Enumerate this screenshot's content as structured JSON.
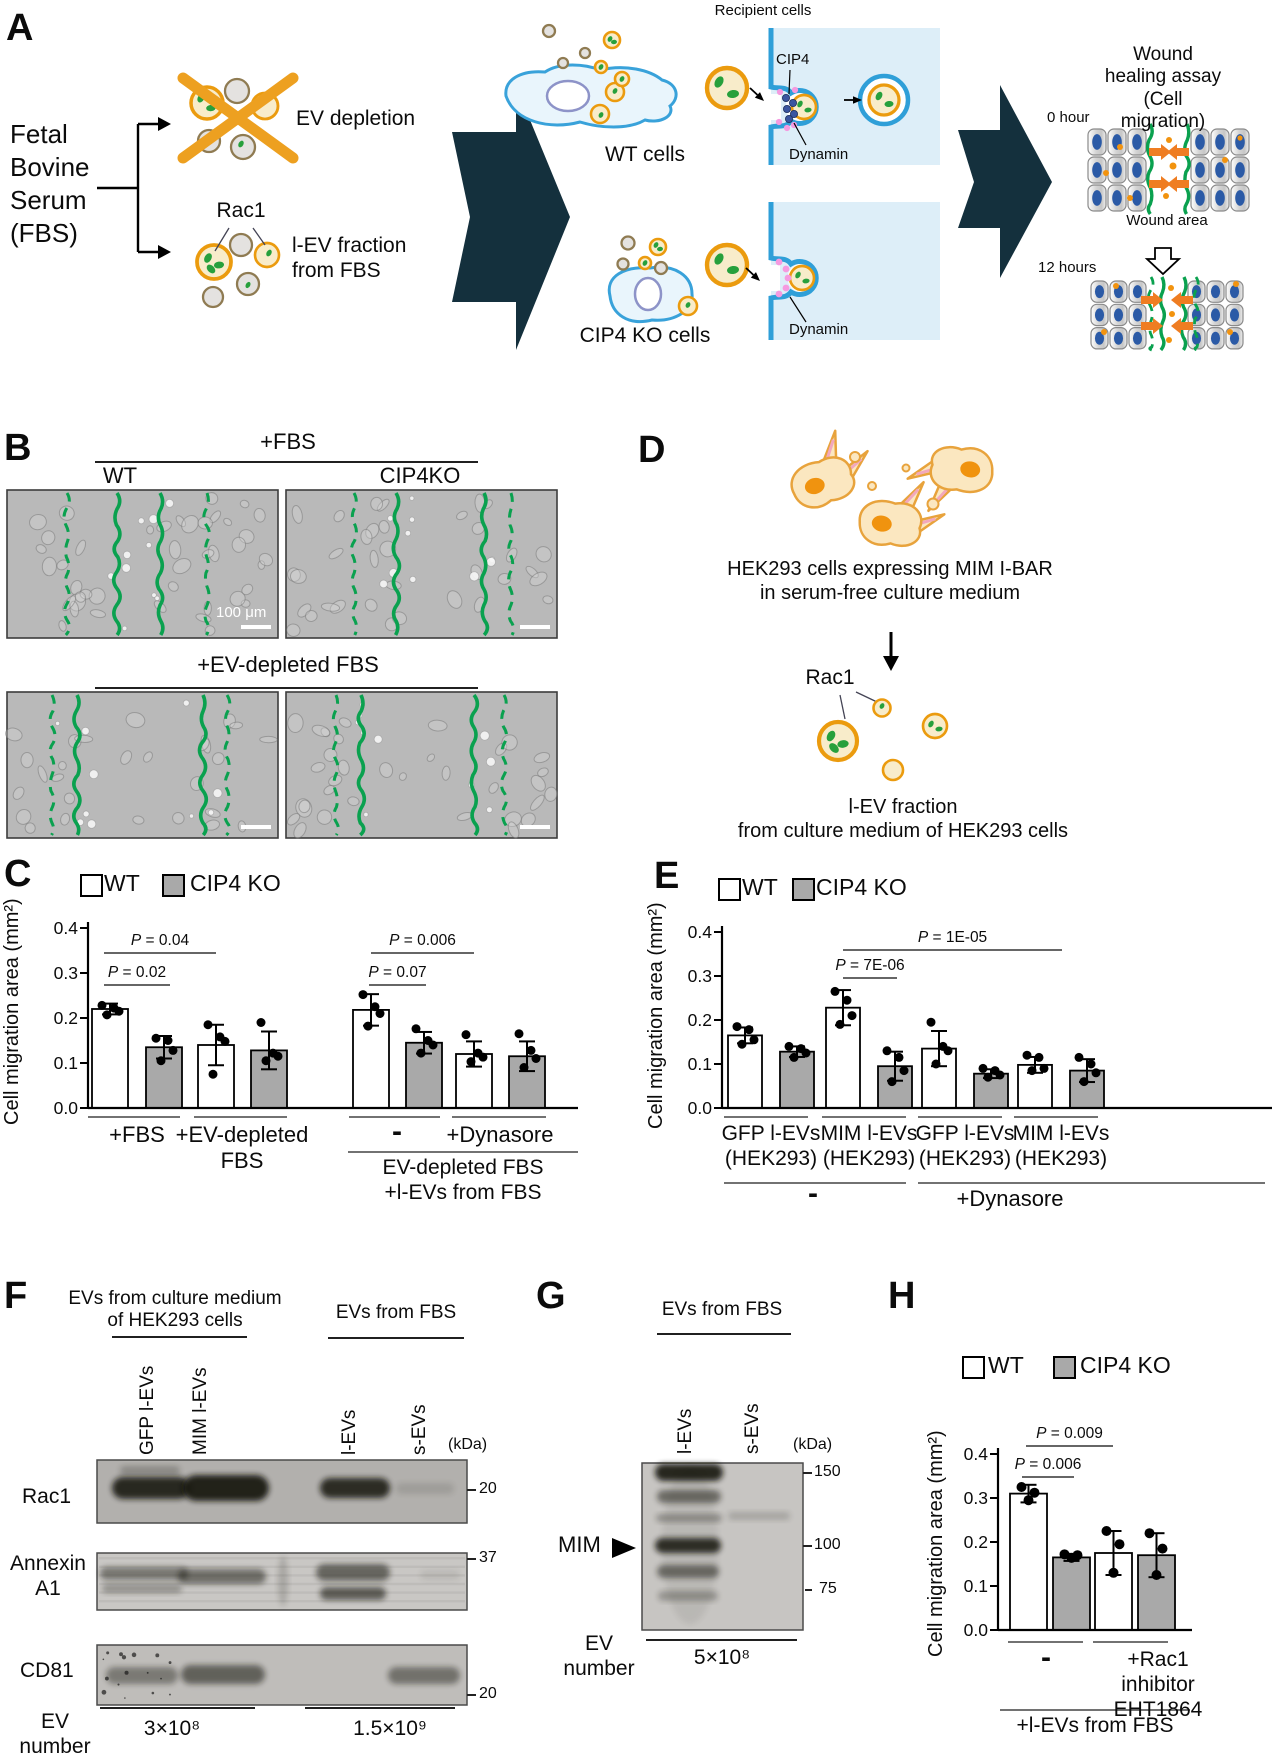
{
  "colors": {
    "wt_bar": "#ffffff",
    "cip4ko_bar": "#a9a9a9",
    "vesicle_orange": "#eb9b0e",
    "vesicle_fill": "#f8ecca",
    "rac1_green": "#27a03c",
    "membrane_blue": "#2f9fd8",
    "cell_fill_blue": "#e9f5fc",
    "panel_blue": "#ddeef8",
    "big_arrow_navy": "#14303d",
    "wound_green": "#0aa14f",
    "micrograph_gray": "#b9b9b9",
    "orange_arrow": "#ef7d22",
    "dynamin_pink": "#f59ae0",
    "cip4_blue_dots": "#3a55a0"
  },
  "panel_a": {
    "label": "A",
    "source": "Fetal\nBovine\nSerum\n(FBS)",
    "ev_depletion": "EV depletion",
    "rac1": "Rac1",
    "lev_fraction": "l-EV fraction\nfrom FBS",
    "recipient": "Recipient cells",
    "cip4": "CIP4",
    "dynamin_top": "Dynamin",
    "wt_cells": "WT cells",
    "cip4ko_cells": "CIP4 KO cells",
    "dynamin_bottom": "Dynamin",
    "assay_title": "Wound healing assay\n(Cell migration)",
    "t0": "0 hour",
    "wound_area": "Wound area",
    "t12": "12 hours"
  },
  "panel_b": {
    "label": "B",
    "cond1": "+FBS",
    "col1": "WT",
    "col2": "CIP4KO",
    "scalebar": "100 μm",
    "cond2": "+EV-depleted FBS"
  },
  "panel_d": {
    "label": "D",
    "description": "HEK293 cells expressing MIM I-BAR\nin serum-free culture medium",
    "rac1": "Rac1",
    "lev_fraction": "l-EV fraction\nfrom culture medium of HEK293 cells"
  },
  "panel_f": {
    "label": "F",
    "header_left": "EVs from culture medium\nof HEK293 cells",
    "header_right": "EVs from FBS",
    "lanes": [
      "GFP l-EVs",
      "MIM l-EVs",
      "l-EVs",
      "s-EVs"
    ],
    "kda": "(kDa)",
    "blots": [
      {
        "name": "Rac1",
        "marker": "20"
      },
      {
        "name": "Annexin\nA1",
        "marker": "37"
      },
      {
        "name": "CD81",
        "marker": "20"
      }
    ],
    "ev_number": "EV\nnumber",
    "counts": [
      "3×10⁸",
      "1.5×10⁹"
    ]
  },
  "panel_g": {
    "label": "G",
    "header": "EVs from FBS",
    "lanes": [
      "l-EVs",
      "s-EVs"
    ],
    "kda": "(kDa)",
    "markers": [
      "150",
      "100",
      "75"
    ],
    "mim": "MIM",
    "ev_number": "EV\nnumber",
    "count": "5×10⁸"
  },
  "chart_data": [
    {
      "id": "panel_c",
      "panel_label": "C",
      "type": "bar",
      "title": "",
      "ylabel": "Cell migration area (mm²)",
      "ylim": [
        0,
        0.4
      ],
      "yticks": [
        "0.0",
        "0.1",
        "0.2",
        "0.3",
        "0.4"
      ],
      "grid": false,
      "legend_position": "top-left",
      "categories": [
        "+FBS",
        "+EV-depleted\nFBS",
        "-",
        "+Dynasore"
      ],
      "series": [
        {
          "name": "WT",
          "color": "#ffffff",
          "values": [
            0.22,
            0.14,
            0.218,
            0.12
          ],
          "err": [
            0.012,
            0.045,
            0.035,
            0.028
          ],
          "points": [
            [
              0.228,
              0.222,
              0.215,
              0.207
            ],
            [
              0.185,
              0.158,
              0.148,
              0.075
            ],
            [
              0.252,
              0.225,
              0.21,
              0.182
            ],
            [
              0.163,
              0.122,
              0.113,
              0.103
            ]
          ]
        },
        {
          "name": "CIP4 KO",
          "color": "#a9a9a9",
          "values": [
            0.135,
            0.128,
            0.145,
            0.115
          ],
          "err": [
            0.025,
            0.042,
            0.024,
            0.033
          ],
          "points": [
            [
              0.155,
              0.15,
              0.128,
              0.105
            ],
            [
              0.19,
              0.122,
              0.115,
              0.105
            ],
            [
              0.176,
              0.15,
              0.14,
              0.122
            ],
            [
              0.165,
              0.128,
              0.11,
              0.09
            ]
          ]
        }
      ],
      "annotations": [
        "P = 0.04",
        "P = 0.02",
        "P = 0.006",
        "P = 0.07"
      ],
      "footer": "EV-depleted FBS\n+l-EVs from FBS"
    },
    {
      "id": "panel_e",
      "panel_label": "E",
      "type": "bar",
      "title": "",
      "ylabel": "Cell migration area (mm²)",
      "ylim": [
        0,
        0.4
      ],
      "yticks": [
        "0.0",
        "0.1",
        "0.2",
        "0.3",
        "0.4"
      ],
      "grid": false,
      "legend_position": "top-left",
      "categories": [
        "GFP l-EVs\n(HEK293)",
        "MIM l-EVs\n(HEK293)",
        "GFP l-EVs\n(HEK293)",
        "MIM l-EVs\n(HEK293)"
      ],
      "group_labels": [
        "-",
        "+Dynasore"
      ],
      "series": [
        {
          "name": "WT",
          "color": "#ffffff",
          "values": [
            0.165,
            0.228,
            0.135,
            0.098
          ],
          "err": [
            0.018,
            0.04,
            0.04,
            0.018
          ],
          "points": [
            [
              0.185,
              0.178,
              0.155,
              0.145
            ],
            [
              0.265,
              0.245,
              0.21,
              0.19
            ],
            [
              0.195,
              0.14,
              0.13,
              0.1
            ],
            [
              0.12,
              0.115,
              0.09,
              0.085
            ]
          ]
        },
        {
          "name": "CIP4 KO",
          "color": "#a9a9a9",
          "values": [
            0.128,
            0.095,
            0.078,
            0.085
          ],
          "err": [
            0.012,
            0.033,
            0.01,
            0.026
          ],
          "points": [
            [
              0.14,
              0.135,
              0.125,
              0.115
            ],
            [
              0.13,
              0.115,
              0.085,
              0.06
            ],
            [
              0.09,
              0.085,
              0.075,
              0.07
            ],
            [
              0.115,
              0.1,
              0.08,
              0.06
            ]
          ]
        }
      ],
      "annotations": [
        "P = 1E-05",
        "P = 7E-06"
      ]
    },
    {
      "id": "panel_h",
      "panel_label": "H",
      "type": "bar",
      "title": "",
      "ylabel": "Cell migration area (mm²)",
      "ylim": [
        0,
        0.4
      ],
      "yticks": [
        "0.0",
        "0.1",
        "0.2",
        "0.3",
        "0.4"
      ],
      "grid": false,
      "legend_position": "top",
      "categories": [
        "-",
        "+Rac1 inhibitor\nEHT1864"
      ],
      "series": [
        {
          "name": "WT",
          "color": "#ffffff",
          "values": [
            0.31,
            0.175
          ],
          "err": [
            0.02,
            0.05
          ],
          "points": [
            [
              0.325,
              0.312,
              0.295
            ],
            [
              0.225,
              0.195,
              0.13
            ]
          ]
        },
        {
          "name": "CIP4 KO",
          "color": "#a9a9a9",
          "values": [
            0.165,
            0.17
          ],
          "err": [
            0.008,
            0.05
          ],
          "points": [
            [
              0.172,
              0.17,
              0.164
            ],
            [
              0.22,
              0.185,
              0.125
            ]
          ]
        }
      ],
      "annotations": [
        "P = 0.009",
        "P = 0.006"
      ],
      "footer": "+l-EVs from FBS"
    }
  ]
}
